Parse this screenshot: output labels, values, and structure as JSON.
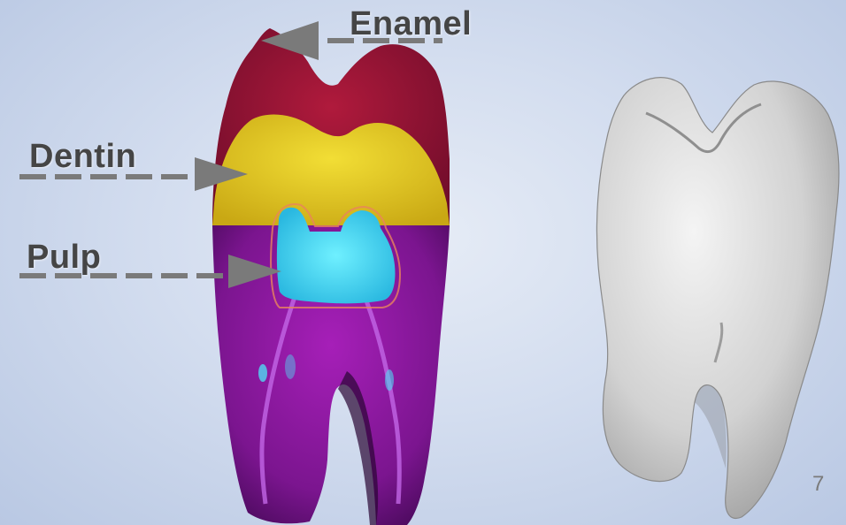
{
  "labels": {
    "enamel": "Enamel",
    "dentin": "Dentin",
    "pulp": "Pulp"
  },
  "page_number": "7",
  "colors": {
    "enamel": "#8f1233",
    "dentin": "#e8cf1e",
    "pulp": "#3fd2ea",
    "root": "#7d1595",
    "arrow": "#7a7a7a",
    "tooth_model": "#cfcfcf"
  }
}
